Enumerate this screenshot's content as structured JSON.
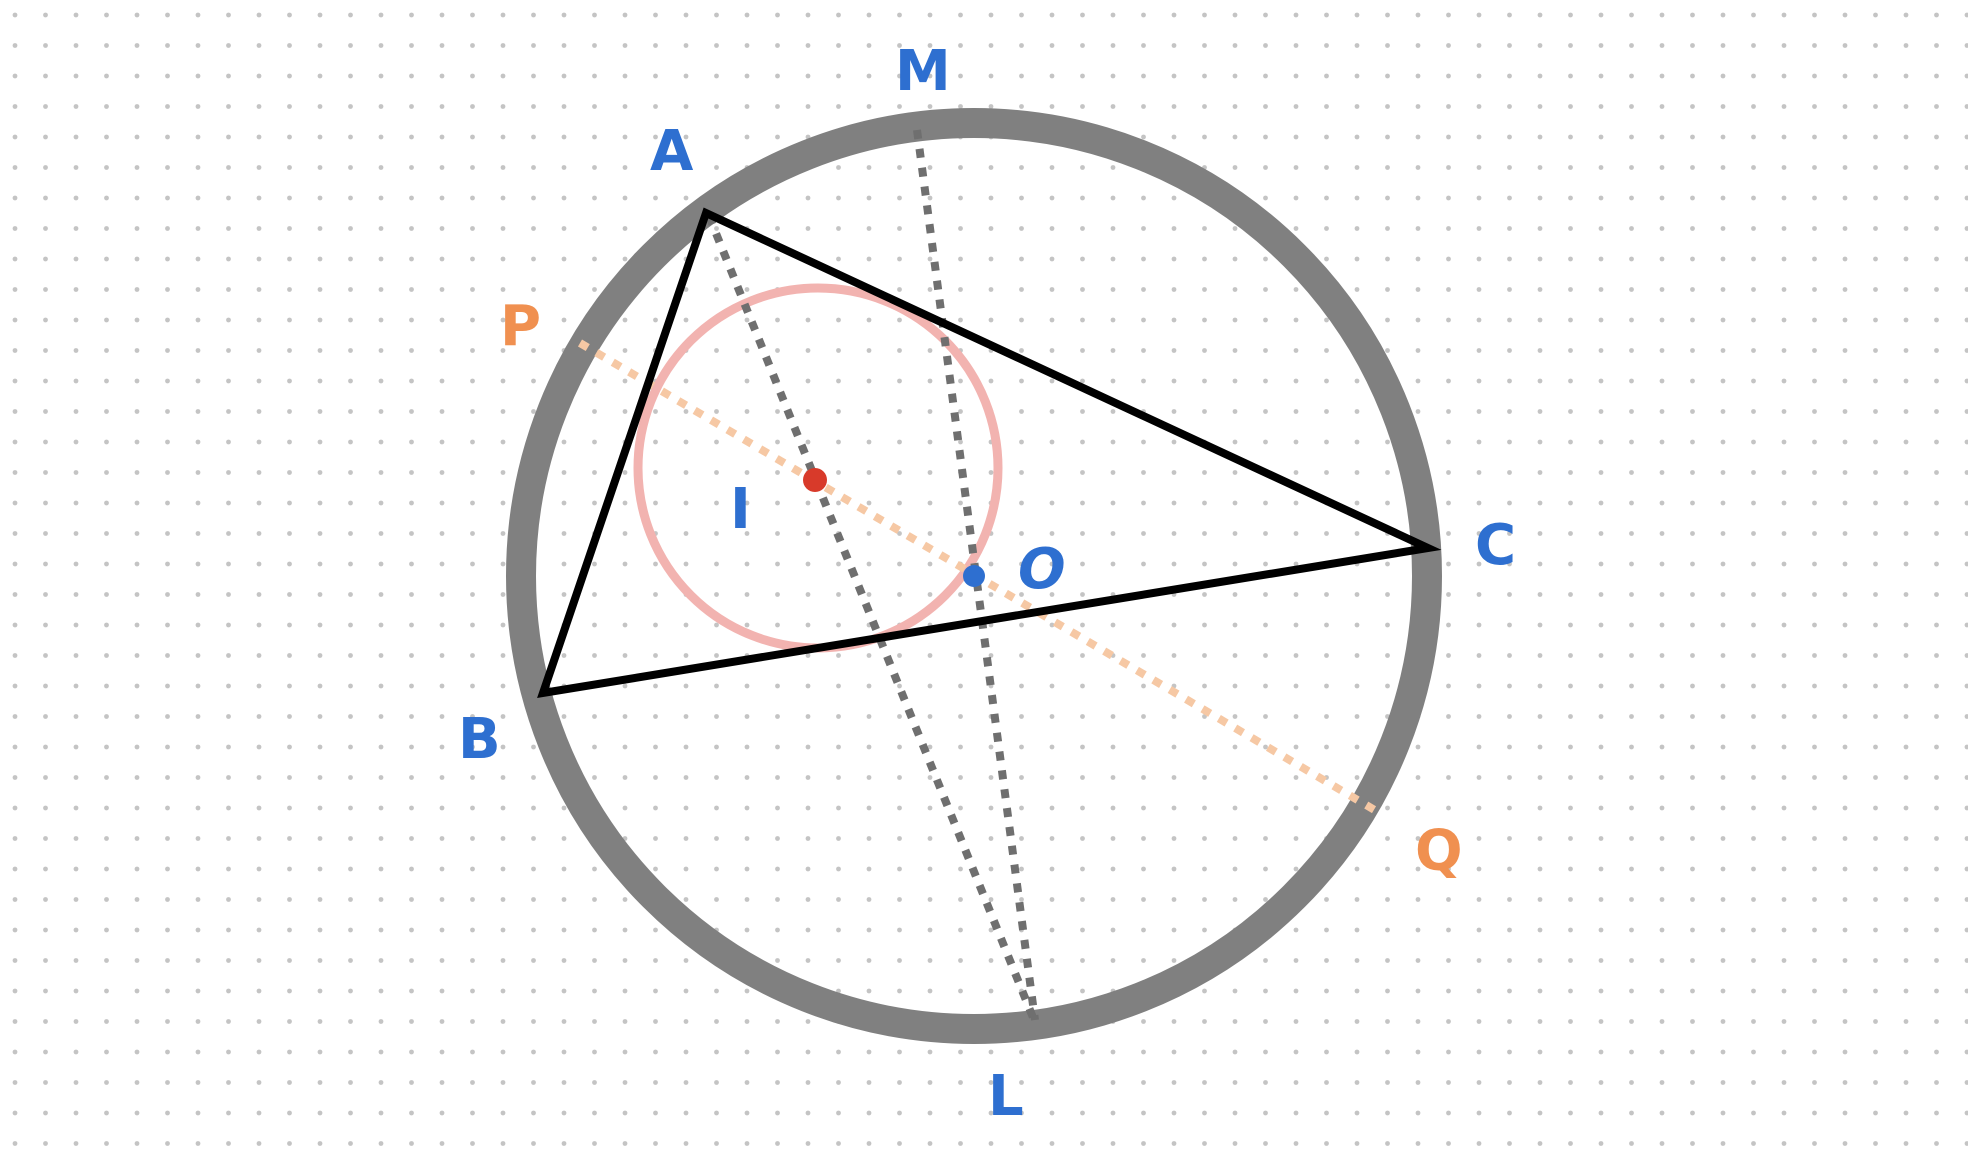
{
  "labels": {
    "A": "A",
    "B": "B",
    "C": "C",
    "I": "I",
    "O": "O",
    "M": "M",
    "L": "L",
    "P": "P",
    "Q": "Q"
  },
  "colors": {
    "background": "#ffffff",
    "grid_dot": "#c4c4c4",
    "circumcircle": "#808080",
    "triangle": "#000000",
    "incircle": "#f2b3b0",
    "dotted_gray": "#6f6f6f",
    "dotted_orange": "#f6c8a4",
    "incenter": "#d83a2a",
    "circumcenter": "#2e6fd0",
    "label_blue": "#2e6fd0",
    "label_orange": "#f09050"
  }
}
